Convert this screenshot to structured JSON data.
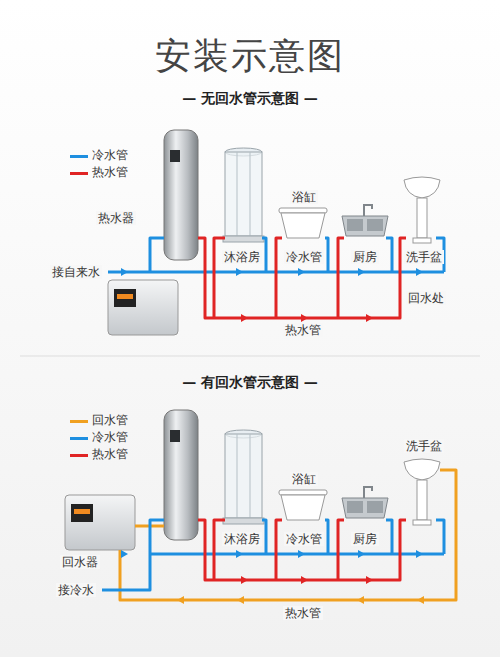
{
  "diagram": {
    "title": "安装示意图",
    "labels": [
      "— 无回水管示意图 —",
      "热水器",
      "接自来水",
      "沐浴房",
      "浴缸",
      "冷水管",
      "厨房",
      "洗手盆",
      "回水处",
      "热水管",
      "— 有回水管示意图 —",
      "回水器",
      "接冷水",
      "沐浴房",
      "浴缸",
      "冷水管",
      "厨房",
      "洗手盆",
      "热水管"
    ],
    "legend": [
      {
        "text": "冷水管",
        "color": "#1e8fe0"
      },
      {
        "text": "热水管",
        "color": "#e02424"
      },
      {
        "text": "回水管",
        "color": "#f0a020"
      },
      {
        "text": "冷水管",
        "color": "#1e8fe0"
      },
      {
        "text": "热水管",
        "color": "#e02424"
      }
    ]
  }
}
